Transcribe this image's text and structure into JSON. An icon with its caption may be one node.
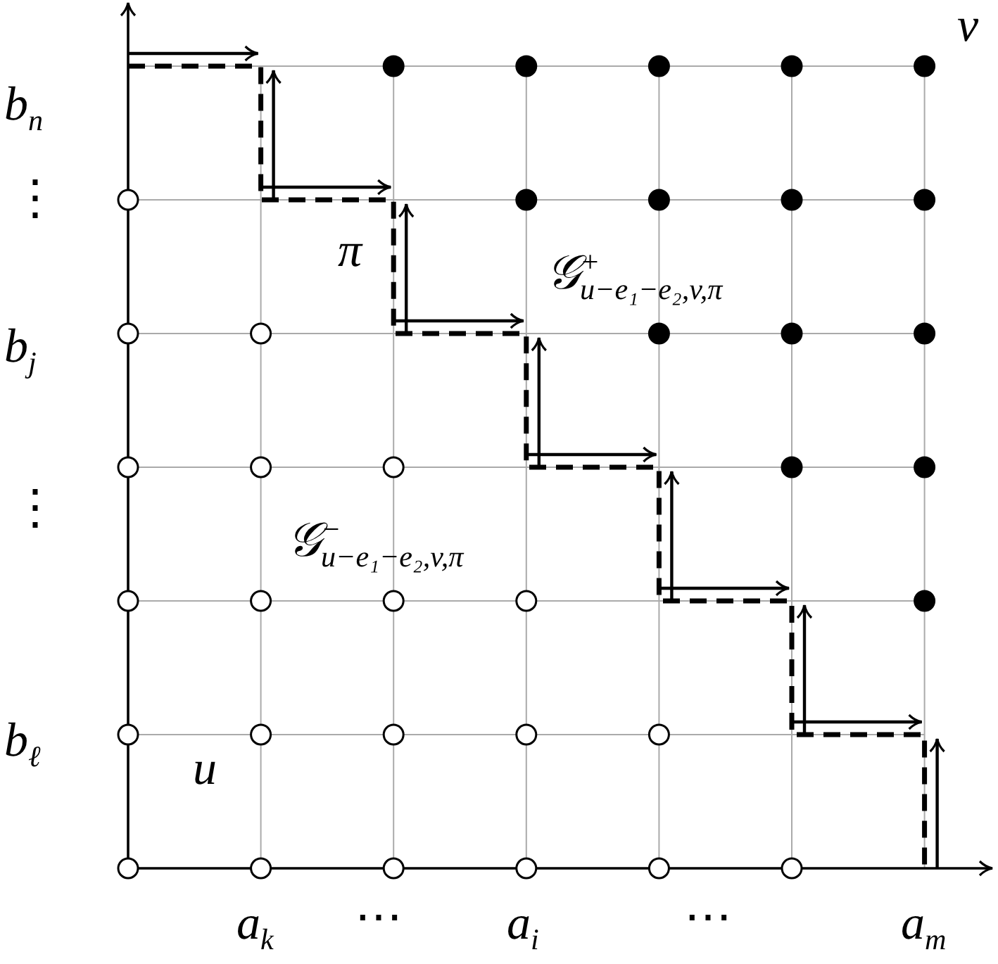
{
  "diagram": {
    "labels": [
      "v",
      "b$_{n}$",
      "⋮",
      "π",
      "b$_{j}$",
      "𝒢$^{+}$$_{u−e₁−e₂,v,π}$",
      "⋮",
      "𝒢$^{−}$$_{u−e₁−e₂,v,π}$",
      "b$_{ℓ}$",
      "u",
      "a$_{k}$",
      "⋯",
      "a$_{i}$",
      "⋯",
      "a$_{m}$"
    ]
  }
}
